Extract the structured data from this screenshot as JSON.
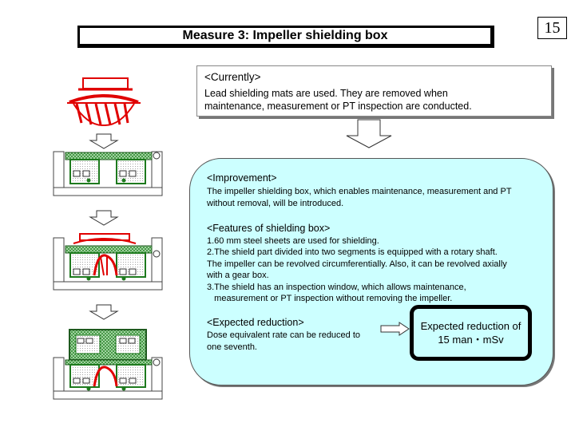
{
  "title": "Measure 3: Impeller shielding box",
  "page_number": "15",
  "currently": {
    "heading": "<Currently>",
    "lines": [
      "Lead shielding mats are used. They are removed when",
      "maintenance, measurement or PT inspection are conducted."
    ]
  },
  "improvement": {
    "heading": "<Improvement>",
    "lines": [
      "The impeller shielding box, which enables maintenance, measurement and PT",
      "without removal, will be introduced."
    ]
  },
  "features": {
    "heading": "<Features of shielding box>",
    "lines": [
      "1.60 mm steel sheets are used for shielding.",
      "2.The shield part divided into two segments is equipped with a rotary shaft.",
      "The impeller can be revolved circumferentially. Also, it can be revolved axially",
      "with  a  gear box.",
      "3.The shield has an inspection window, which allows maintenance,",
      "   measurement or PT inspection without removing the impeller."
    ]
  },
  "expected": {
    "heading": "<Expected reduction>",
    "lines": [
      "Dose equivalent rate can be reduced to",
      "one seventh."
    ],
    "result_lines": [
      "Expected reduction of",
      "15 man・mSv"
    ]
  },
  "colors": {
    "panel_background": "#ccffff",
    "impeller_red": "#e00000",
    "shield_green": "#1e7a1e"
  }
}
